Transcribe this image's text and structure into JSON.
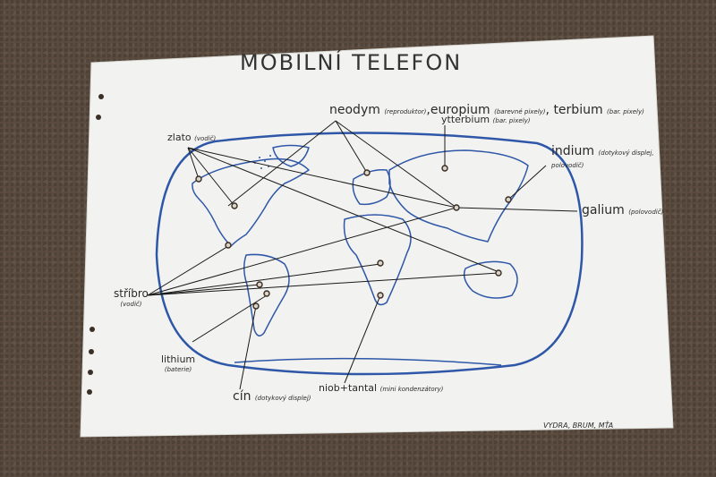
{
  "poster": {
    "title": "MOBILNÍ TELEFON",
    "labels": {
      "zlato": "zlato",
      "zlato_note": "(vodič)",
      "neodym": "neodym",
      "neodym_note": "(reproduktor)",
      "europium": ",europium",
      "europium_note": "(barevné pixely)",
      "terbium": ", terbium",
      "terbium_note": "(bar. pixely)",
      "ytterbium": "ytterbium",
      "ytterbium_note": "(bar. pixely)",
      "indium": "indium",
      "indium_note": "(dotykový displej, polovodič)",
      "galium": "galium",
      "galium_note": "(polovodič)",
      "stribro": "stříbro",
      "stribro_note": "(vodič)",
      "lithium": "lithium",
      "lithium_note": "(baterie)",
      "cin": "cín",
      "cin_note": "(dotykový displej)",
      "niob": "niob+tantal",
      "niob_note": "(mini kondenzátory)",
      "signature": "VYDRA, BRUM, MŤA"
    }
  }
}
